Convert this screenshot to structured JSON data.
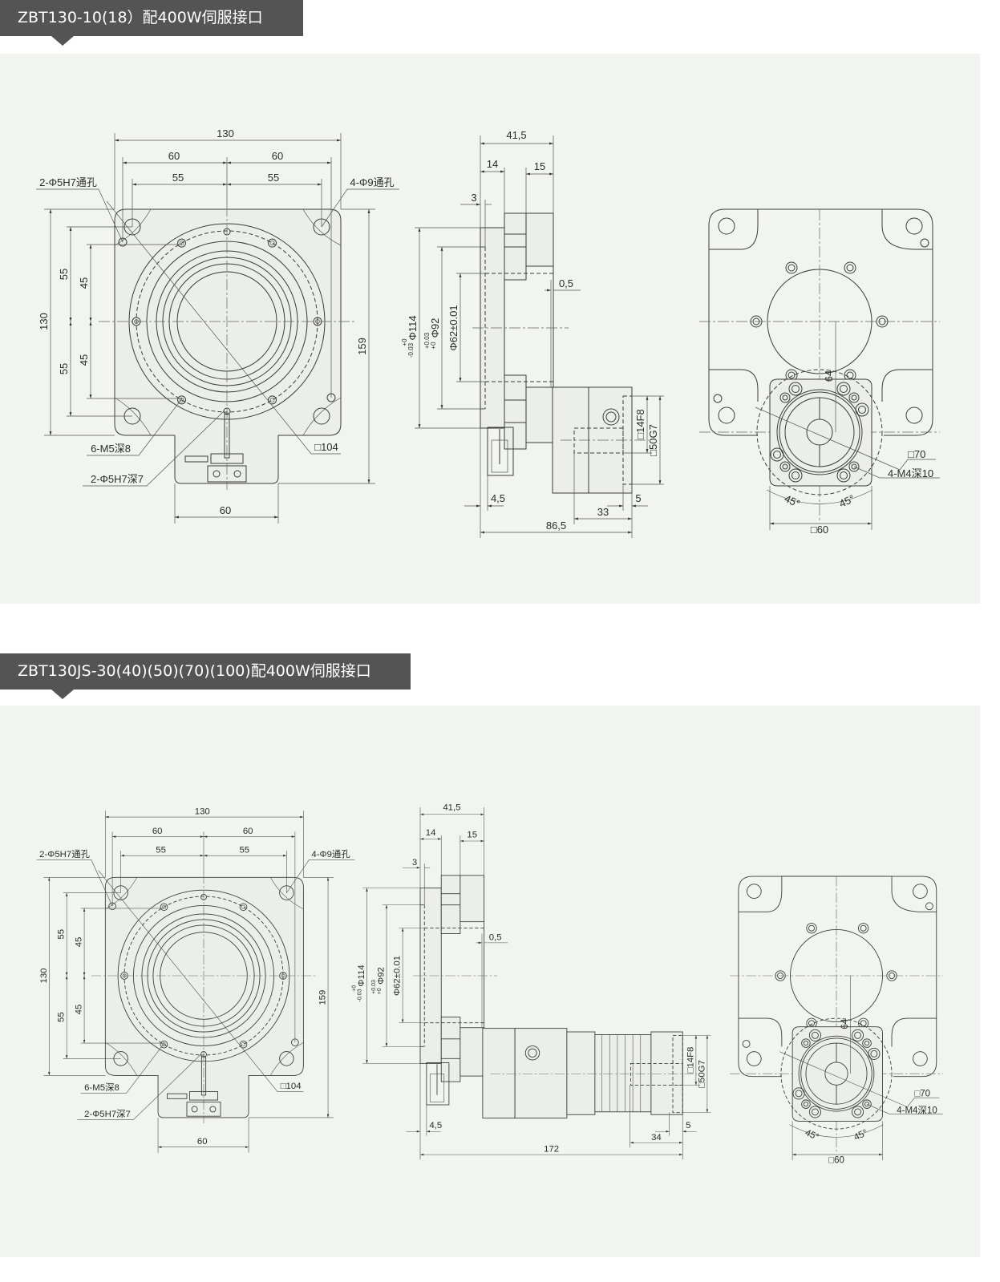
{
  "sections": [
    {
      "title": "ZBT130-10(18）配400W伺服接口",
      "front": {
        "dim_130_top": "130",
        "dim_60_left": "60",
        "dim_60_right": "60",
        "dim_55_left": "55",
        "dim_55_right": "55",
        "hole_2phi5": "2-Φ5H7通孔",
        "hole_4phi9": "4-Φ9通孔",
        "dim_130_left": "130",
        "dim_55_up": "55",
        "dim_55_down": "55",
        "dim_45_up": "45",
        "dim_45_down": "45",
        "dim_159": "159",
        "m5": "6-M5深8",
        "pin": "2-Φ5H7深7",
        "sq104": "□104",
        "dim_60_bottom": "60"
      },
      "side": {
        "dim_41_5": "41,5",
        "dim_14": "14",
        "dim_15": "15",
        "dim_3": "3",
        "dim_0_5": "0,5",
        "phi114": "Φ114",
        "phi114_up": "+0",
        "phi114_low": "-0.03",
        "phi92": "Φ92",
        "phi92_up": "+0.03",
        "phi92_low": "+0",
        "phi62": "Φ62±0.01",
        "dim_4_5": "4,5",
        "dim_motor": "33",
        "dim_5": "5",
        "dim_total": "86,5",
        "sq14f8": "□14F8",
        "sq50g7": "□50G7"
      },
      "rear": {
        "dim_64": "64",
        "sq70": "□70",
        "m4": "4-M4深10",
        "angle_left": "45°",
        "angle_right": "45°",
        "sq60": "□60"
      }
    },
    {
      "title": "ZBT130JS-30(40)(50)(70)(100)配400W伺服接口",
      "front": {
        "dim_130_top": "130",
        "dim_60_left": "60",
        "dim_60_right": "60",
        "dim_55_left": "55",
        "dim_55_right": "55",
        "hole_2phi5": "2-Φ5H7通孔",
        "hole_4phi9": "4-Φ9通孔",
        "dim_130_left": "130",
        "dim_55_up": "55",
        "dim_55_down": "55",
        "dim_45_up": "45",
        "dim_45_down": "45",
        "dim_159": "159",
        "m5": "6-M5深8",
        "pin": "2-Φ5H7深7",
        "sq104": "□104",
        "dim_60_bottom": "60"
      },
      "side": {
        "dim_41_5": "41,5",
        "dim_14": "14",
        "dim_15": "15",
        "dim_3": "3",
        "dim_0_5": "0,5",
        "phi114": "Φ114",
        "phi114_up": "+0",
        "phi114_low": "-0.03",
        "phi92": "Φ92",
        "phi92_up": "+0.03",
        "phi92_low": "+0",
        "phi62": "Φ62±0.01",
        "dim_4_5": "4,5",
        "dim_motor": "34",
        "dim_5": "5",
        "dim_total": "172",
        "sq14f8": "□14F8",
        "sq50g7": "□50G7"
      },
      "rear": {
        "dim_64": "64",
        "sq70": "□70",
        "m4": "4-M4深10",
        "angle_left": "45°",
        "angle_right": "45°",
        "sq60": "□60"
      }
    }
  ]
}
